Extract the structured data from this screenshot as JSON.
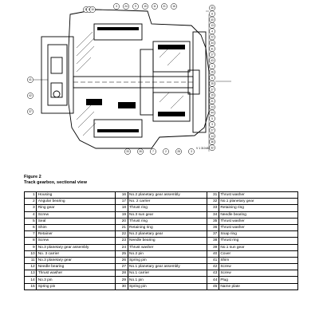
{
  "figure": {
    "number": "Figure 2",
    "title": "Track gearbox, sectional view",
    "drawing_code": "V 1 31048"
  },
  "callouts_left": [
    "35",
    "8",
    "10",
    "41",
    "42",
    "37"
  ],
  "callouts_top": [
    "3",
    "24",
    "9",
    "15",
    "11",
    "21",
    "16"
  ],
  "callouts_right": [
    "35",
    "8",
    "40",
    "13",
    "4",
    "22",
    "34",
    "31",
    "17",
    "43",
    "1",
    "26",
    "6",
    "25",
    "27",
    "19",
    "21",
    "23",
    "44",
    "5",
    "3",
    "27",
    "14",
    "36",
    "32"
  ],
  "callouts_bottom": [
    "33",
    "26",
    "7",
    "2",
    "28",
    "3"
  ],
  "parts": [
    {
      "no": "1",
      "name": "Housing"
    },
    {
      "no": "2",
      "name": "Angular bearing"
    },
    {
      "no": "3",
      "name": "Ring gear"
    },
    {
      "no": "4",
      "name": "Screw"
    },
    {
      "no": "5",
      "name": "Seal"
    },
    {
      "no": "6",
      "name": "Shim"
    },
    {
      "no": "7",
      "name": "Retainer"
    },
    {
      "no": "8",
      "name": "Screw"
    },
    {
      "no": "9",
      "name": "No.3 planetary gear assembly"
    },
    {
      "no": "10",
      "name": "No. 3 carrier"
    },
    {
      "no": "11",
      "name": "No.3 planetary gear"
    },
    {
      "no": "12",
      "name": "Needle bearing"
    },
    {
      "no": "13",
      "name": "Thrust washer"
    },
    {
      "no": "14",
      "name": "No.3 pin"
    },
    {
      "no": "15",
      "name": "Spring pin"
    },
    {
      "no": "16",
      "name": "No.2 planetary gear assembly"
    },
    {
      "no": "17",
      "name": "No. 2 carrier"
    },
    {
      "no": "18",
      "name": "Thrust ring"
    },
    {
      "no": "19",
      "name": "No.3 sun gear"
    },
    {
      "no": "20",
      "name": "Thrust ring"
    },
    {
      "no": "21",
      "name": "Retaining ring"
    },
    {
      "no": "22",
      "name": "No.2 planetary gear"
    },
    {
      "no": "23",
      "name": "Needle bearing"
    },
    {
      "no": "24",
      "name": "Thrust washer"
    },
    {
      "no": "25",
      "name": "No.2 pin"
    },
    {
      "no": "26",
      "name": "Spring pin"
    },
    {
      "no": "27",
      "name": "No.1 planetary gear assembly"
    },
    {
      "no": "28",
      "name": "No.1 carrier"
    },
    {
      "no": "29",
      "name": "No.1 pin"
    },
    {
      "no": "30",
      "name": "Spring pin"
    },
    {
      "no": "31",
      "name": "Thrust washer"
    },
    {
      "no": "32",
      "name": "No.1 planetary gear"
    },
    {
      "no": "33",
      "name": "Retaining ring"
    },
    {
      "no": "34",
      "name": "Needle bearing"
    },
    {
      "no": "35",
      "name": "Thrust washer"
    },
    {
      "no": "36",
      "name": "Thrust washer"
    },
    {
      "no": "37",
      "name": "Snap ring"
    },
    {
      "no": "38",
      "name": "Thrust ring"
    },
    {
      "no": "39",
      "name": "No.1 sun gear"
    },
    {
      "no": "40",
      "name": "Cover"
    },
    {
      "no": "41",
      "name": "Shim"
    },
    {
      "no": "42",
      "name": "Screw"
    },
    {
      "no": "43",
      "name": "Screw"
    },
    {
      "no": "44",
      "name": "Plug"
    },
    {
      "no": "45",
      "name": "Name plate"
    }
  ]
}
